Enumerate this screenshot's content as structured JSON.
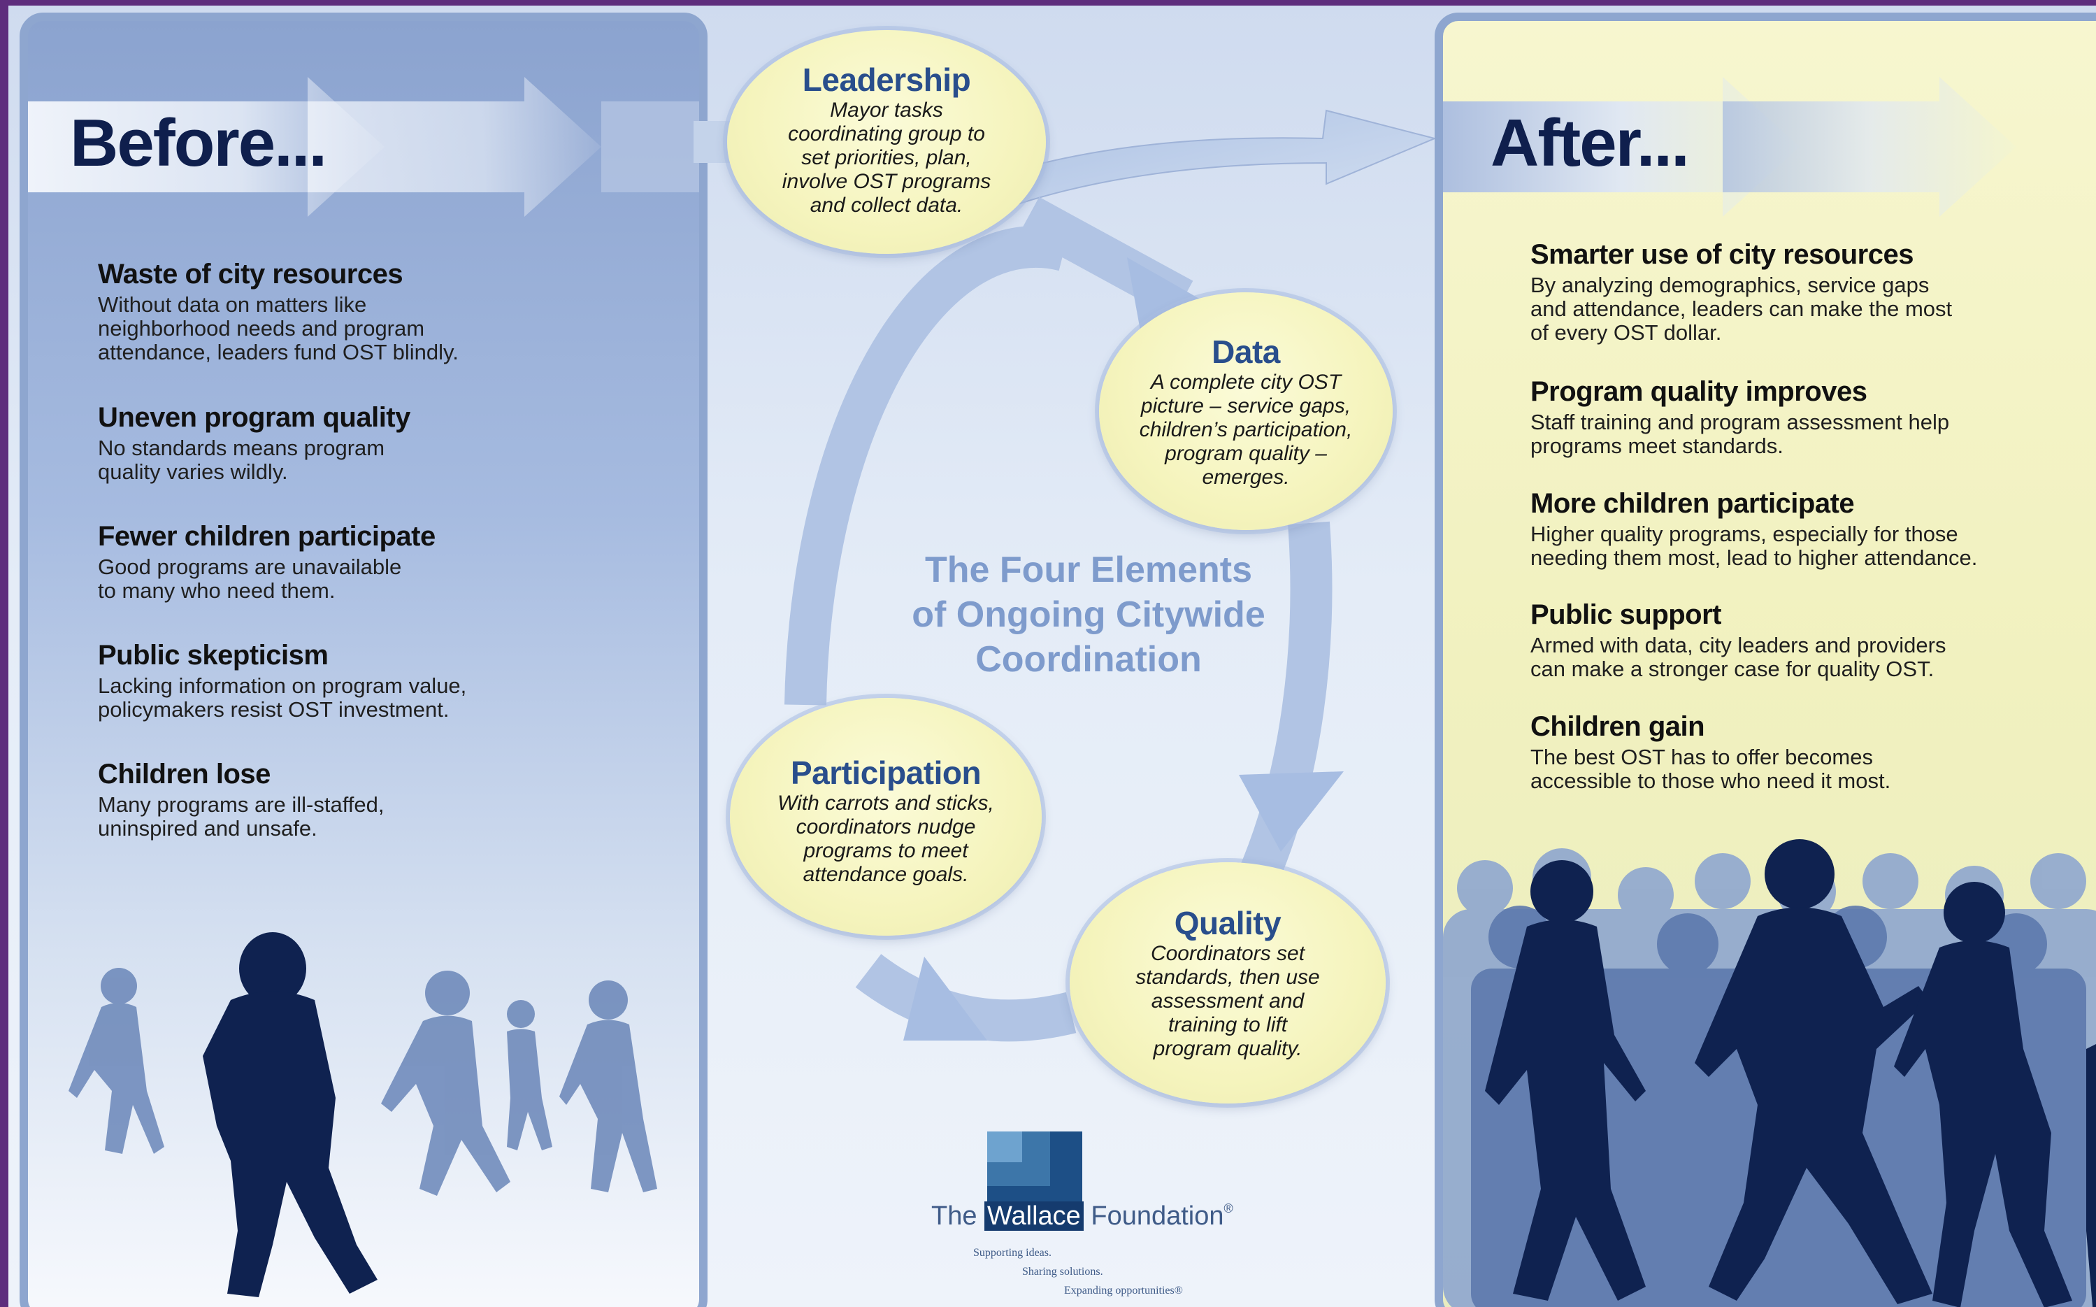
{
  "before": {
    "title": "Before...",
    "items": [
      {
        "heading": "Waste of city resources",
        "line1": "Without data on matters like",
        "line2": "neighborhood needs and program",
        "line3": "attendance, leaders fund OST blindly."
      },
      {
        "heading": "Uneven program quality",
        "line1": "No standards means program",
        "line2": "quality varies wildly."
      },
      {
        "heading": "Fewer children participate",
        "line1": "Good programs are unavailable",
        "line2": "to many who need them."
      },
      {
        "heading": "Public skepticism",
        "line1": "Lacking information on program value,",
        "line2": "policymakers resist OST investment."
      },
      {
        "heading": "Children lose",
        "line1": "Many programs are ill-staffed,",
        "line2": "uninspired and unsafe."
      }
    ]
  },
  "after": {
    "title": "After...",
    "items": [
      {
        "heading": "Smarter use of city resources",
        "line1": "By analyzing demographics, service gaps",
        "line2": "and attendance, leaders can make the most",
        "line3": "of every OST dollar."
      },
      {
        "heading": "Program quality improves",
        "line1": "Staff training and program assessment help",
        "line2": "programs meet standards."
      },
      {
        "heading": "More children participate",
        "line1": "Higher quality programs, especially for those",
        "line2": "needing them most, lead to higher attendance."
      },
      {
        "heading": "Public support",
        "line1": "Armed with data, city leaders and providers",
        "line2": "can make a stronger case for quality OST."
      },
      {
        "heading": "Children gain",
        "line1": "The best OST has to offer becomes",
        "line2": "accessible to those who need it most."
      }
    ]
  },
  "center_title": {
    "line1": "The Four Elements",
    "line2": "of Ongoing Citywide",
    "line3": "Coordination"
  },
  "elements": {
    "leadership": {
      "title": "Leadership",
      "lines": [
        "Mayor tasks",
        "coordinating group to",
        "set priorities, plan,",
        "involve OST programs",
        "and collect data."
      ]
    },
    "data": {
      "title": "Data",
      "lines": [
        "A complete city OST",
        "picture – service gaps,",
        "children’s participation,",
        "program quality –",
        "emerges."
      ]
    },
    "quality": {
      "title": "Quality",
      "lines": [
        "Coordinators set",
        "standards, then use",
        "assessment and",
        "training to lift",
        "program quality."
      ]
    },
    "participation": {
      "title": "Participation",
      "lines": [
        "With carrots and sticks,",
        "coordinators nudge",
        "programs to meet",
        "attendance goals."
      ]
    }
  },
  "logo": {
    "the": "The",
    "wallace": "Wallace",
    "foundation": "Foundation",
    "reg": "®",
    "tag1": "Supporting ideas.",
    "tag2": "Sharing solutions.",
    "tag3": "Expanding opportunities®"
  },
  "colors": {
    "frame": "#5e2d7d",
    "before_panel": "#8ba3cf",
    "after_panel": "#f4f3c6",
    "title_navy": "#0f1f4d",
    "element_title": "#294e8c",
    "center_title": "#7e9bcc",
    "silhouette_dark": "#0f2250",
    "silhouette_light": "#6a86b8"
  }
}
